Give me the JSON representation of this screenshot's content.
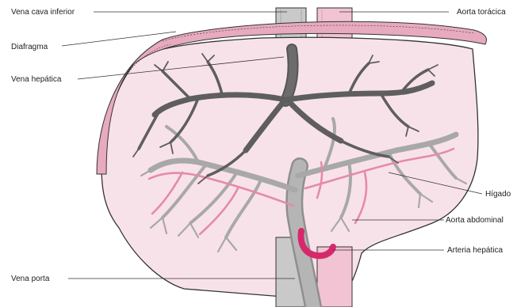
{
  "labels": {
    "vena_cava_inferior": "Vena cava inferior",
    "diafragma": "Diafragma",
    "vena_hepatica": "Vena hepática",
    "vena_porta": "Vena porta",
    "aorta_toracica": "Aorta torácica",
    "higado": "Hígado",
    "aorta_abdominal": "Aorta abdominal",
    "arteria_hepatica": "Arteria hepática"
  },
  "colors": {
    "liver_fill": "#f8e2ea",
    "diaphragm_fill": "#e7aabf",
    "aorta_fill": "#f2c4d3",
    "vena_cava_fill": "#c9c9c9",
    "hepatic_vein": "#5e5e5e",
    "portal_vein": "#a8a8a8",
    "hepatic_artery": "#d6296c",
    "outline": "#333333"
  }
}
